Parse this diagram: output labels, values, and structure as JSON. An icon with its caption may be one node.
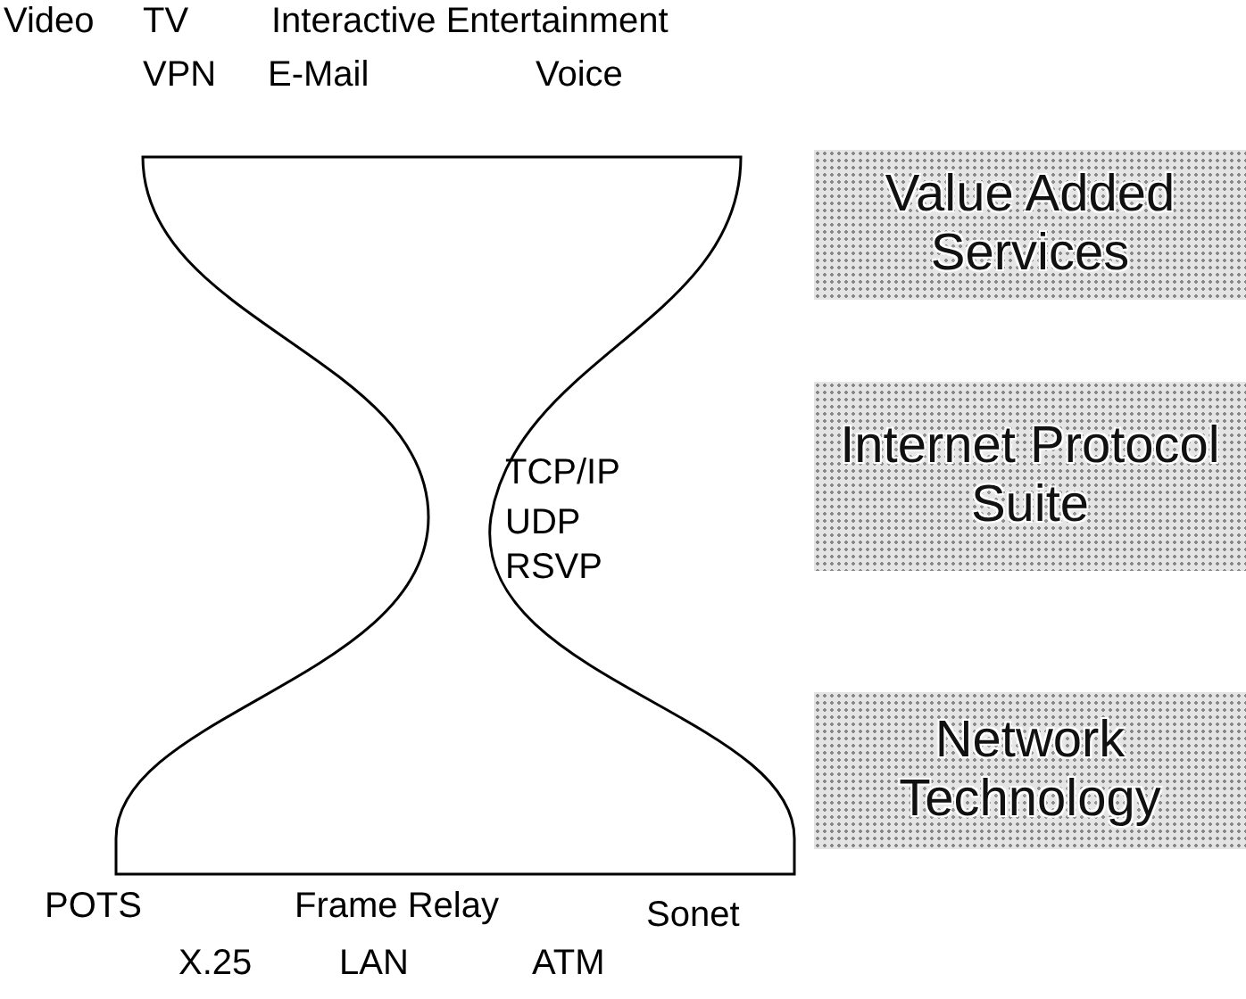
{
  "diagram": {
    "nodes": [
      {
        "text": [
          "TCP/IP",
          "UDP",
          "RSVP"
        ]
      },
      {
        "text": [
          "Value Added Services"
        ]
      },
      {
        "text": [
          "Internet Protocol Suite"
        ]
      },
      {
        "text": [
          "Network Technology"
        ]
      }
    ],
    "labels": [
      "Video",
      "TV",
      "Interactive Entertainment",
      "VPN",
      "E-Mail",
      "Voice",
      "POTS",
      "Frame Relay",
      "Sonet",
      "X.25",
      "LAN",
      "ATM"
    ]
  }
}
